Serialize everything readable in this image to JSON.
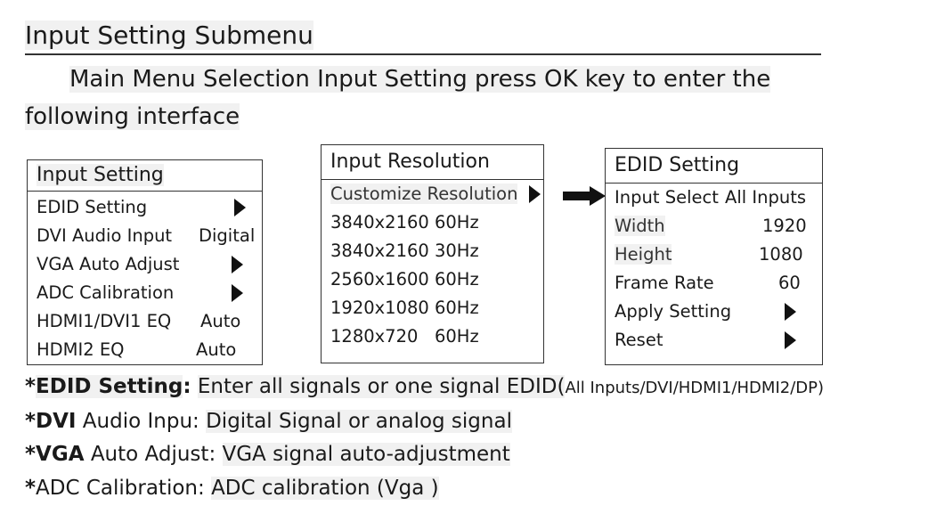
{
  "title": "Input Setting Submenu",
  "intro": "Main Menu Selection Input Setting press OK key to enter the following interface",
  "panels": {
    "input_setting": {
      "header": "Input Setting",
      "rows": [
        {
          "label": "EDID Setting",
          "value": "",
          "arrow": true
        },
        {
          "label": "DVI Audio Input",
          "value": "Digital",
          "arrow": false
        },
        {
          "label": "VGA Auto Adjust",
          "value": "",
          "arrow": true
        },
        {
          "label": "ADC Calibration",
          "value": "",
          "arrow": true
        },
        {
          "label": "HDMI1/DVI1 EQ",
          "value": "Auto",
          "arrow": false
        },
        {
          "label": "HDMI2 EQ",
          "value": "Auto",
          "arrow": false
        }
      ]
    },
    "input_resolution": {
      "header": "Input Resolution",
      "rows": [
        {
          "label": "Customize Resolution",
          "arrow": true
        },
        {
          "label": "3840x2160 60Hz"
        },
        {
          "label": "3840x2160 30Hz"
        },
        {
          "label": "2560x1600 60Hz"
        },
        {
          "label": "1920x1080 60Hz"
        },
        {
          "label": "1280x720   60Hz"
        }
      ]
    },
    "edid_setting": {
      "header": "EDID Setting",
      "rows": [
        {
          "label": "Input Select",
          "value": "All Inputs",
          "arrow": false
        },
        {
          "label": "Width",
          "value": "1920",
          "arrow": false
        },
        {
          "label": "Height",
          "value": "1080",
          "arrow": false
        },
        {
          "label": "Frame Rate",
          "value": "60",
          "arrow": false
        },
        {
          "label": "Apply Setting",
          "value": "",
          "arrow": true
        },
        {
          "label": "Reset",
          "value": "",
          "arrow": true
        }
      ]
    }
  },
  "notes": [
    {
      "prefix": "*",
      "bold": "EDID Setting",
      "colon": ":",
      "text": "Enter all signals or one signal EDID(",
      "small": "All Inputs/DVI/HDMI1/HDMI2/DP)"
    },
    {
      "prefix": "*",
      "bold": "DVI",
      "rest": " Audio Inpu",
      "colon": ":",
      "text": "Digital Signal or analog signal"
    },
    {
      "prefix": "*",
      "bold": "VGA",
      "rest": " Auto Adjust",
      "colon": ":",
      "text": "VGA signal auto-adjustment"
    },
    {
      "prefix": "*",
      "rest": "ADC Calibration",
      "colon": ":",
      "text": "ADC calibration (Vga )"
    }
  ]
}
